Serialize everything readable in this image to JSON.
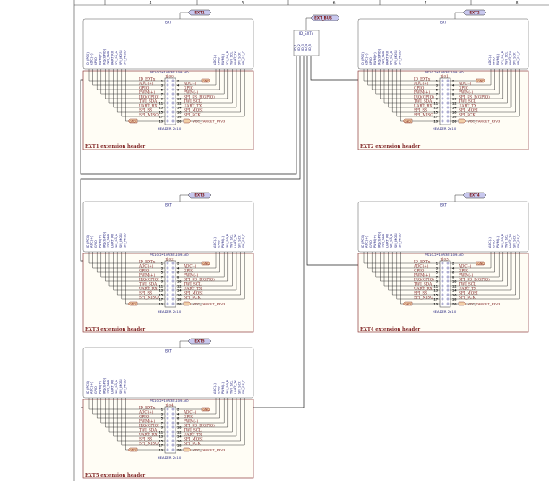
{
  "column_numbers": [
    "4",
    "5",
    "6",
    "7",
    "8"
  ],
  "bus": {
    "ref": "EXT_BUS",
    "label": "ID_EXTx",
    "pins": [
      "ID_1",
      "ID_2",
      "ID_3",
      "ID_4",
      "ID_5"
    ]
  },
  "net_tag": "EXTx",
  "blocks": [
    {
      "id": "ext1",
      "tag": "EXT1",
      "ref": "J100",
      "footer": "EXT1 extension header"
    },
    {
      "id": "ext2",
      "tag": "EXT2",
      "ref": "J101",
      "footer": "EXT2 extension header"
    },
    {
      "id": "ext3",
      "tag": "EXT3",
      "ref": "J102",
      "footer": "EXT3 extension header"
    },
    {
      "id": "ext4",
      "tag": "EXT4",
      "ref": "J103",
      "footer": "EXT4 extension header"
    },
    {
      "id": "ext5",
      "tag": "EXT5",
      "ref": "J104",
      "footer": "EXT5 extension header"
    }
  ],
  "bus_box_title": "EXT",
  "part_number": "PS10-2*10R3E-109-NO",
  "header_type": "HEADER 2x10",
  "gnd_label": "GND",
  "vcc_label": "VCC_TARGET_P3V3",
  "top_pins": [
    "ID (PC0)",
    "ADC(+)",
    "GPIO",
    "PWM(+)",
    "IRQ(GPIO)",
    "TWI_SDA",
    "UART_RX",
    "SPI_SS_A",
    "SPI_MOSI",
    "SPI_MISO",
    "ADC(-)",
    "GPIO",
    "PWM(-)",
    "SPI_SS_B",
    "TWI_SCL",
    "UART_TX",
    "SPI_SCK",
    "SPI_SS_C"
  ],
  "left_signals": [
    "ID_EXTx",
    "ADC(+)",
    "GPIO",
    "PWM(+)",
    "IRQ(GPIO)",
    "TWI_SDA",
    "UART_RX",
    "SPI_SS",
    "SPI_MISO",
    "GND"
  ],
  "right_signals": [
    "GND",
    "ADC(-)",
    "GPIO",
    "PWM(-)",
    "SPI_SS_B(GPIO)",
    "TWI_SCL",
    "UART_TX",
    "SPI_MOSI",
    "SPI_SCK",
    "VCC_TARGET_P3V3"
  ],
  "left_pin_numbers": [
    "1",
    "3",
    "5",
    "7",
    "9",
    "11",
    "13",
    "15",
    "17",
    "19"
  ],
  "right_pin_numbers": [
    "2",
    "4",
    "6",
    "8",
    "10",
    "12",
    "14",
    "16",
    "18",
    "20"
  ]
}
